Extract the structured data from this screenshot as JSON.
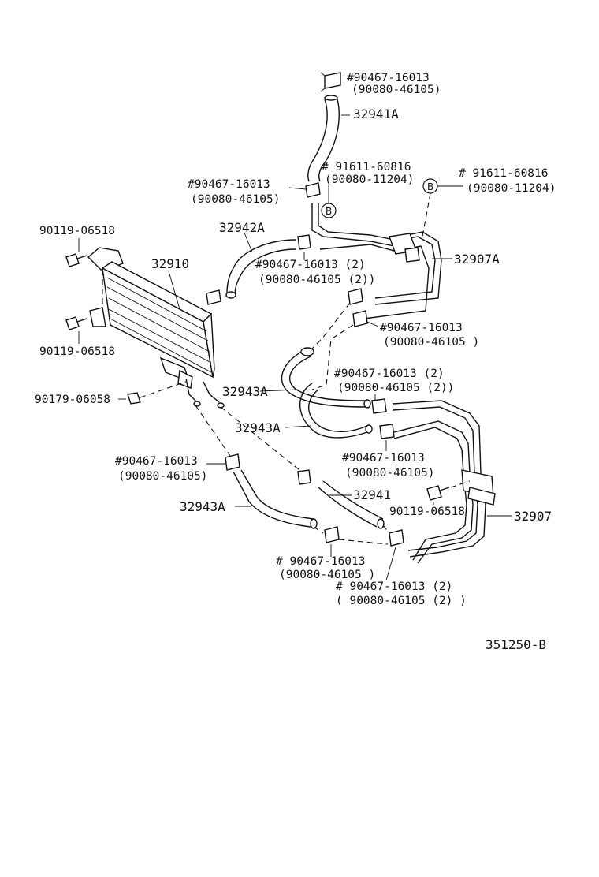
{
  "diagram": {
    "figure_id": "351250-B",
    "labels": {
      "top_clamp_part": "#90467-16013",
      "top_clamp_alt": "(90080-46105)",
      "hose_32941A": "32941A",
      "clip_91611_a": "# 91611-60816",
      "clip_91611_a_alt": "(90080-11204)",
      "clip_91611_b": "# 91611-60816",
      "clip_91611_b_alt": "(90080-11204)",
      "clamp_left_part": "#90467-16013",
      "clamp_left_alt": "(90080-46105)",
      "bolt_upper": "90119-06518",
      "hose_32942A": "32942A",
      "cooler_32910": "32910",
      "clamp_mid2_part": "#90467-16013 (2)",
      "clamp_mid2_alt": "(90080-46105 (2))",
      "tube_32907A": "32907A",
      "clamp_right_part": "#90467-16013",
      "clamp_right_alt": "(90080-46105 )",
      "bolt_lower": "90119-06518",
      "clamp_c2_part": "#90467-16013 (2)",
      "clamp_c2_alt": "(90080-46105 (2))",
      "bolt_90179": "90179-06058",
      "hose_32943A_1": "32943A",
      "hose_32943A_2": "32943A",
      "clamp_low_part": "#90467-16013",
      "clamp_low_alt": "(90080-46105)",
      "clamp_lowleft_part": "#90467-16013",
      "clamp_lowleft_alt": "(90080-46105)",
      "hose_32941": "32941",
      "bolt_right": "90119-06518",
      "tube_32907": "32907",
      "hose_32943A_3": "32943A",
      "clamp_bottom_part": "# 90467-16013",
      "clamp_bottom_alt": "(90080-46105 )",
      "clamp_bottom2_part": "# 90467-16013 (2)",
      "clamp_bottom2_alt": "( 90080-46105 (2) )",
      "marker_b1": "B",
      "marker_b2": "B"
    }
  }
}
